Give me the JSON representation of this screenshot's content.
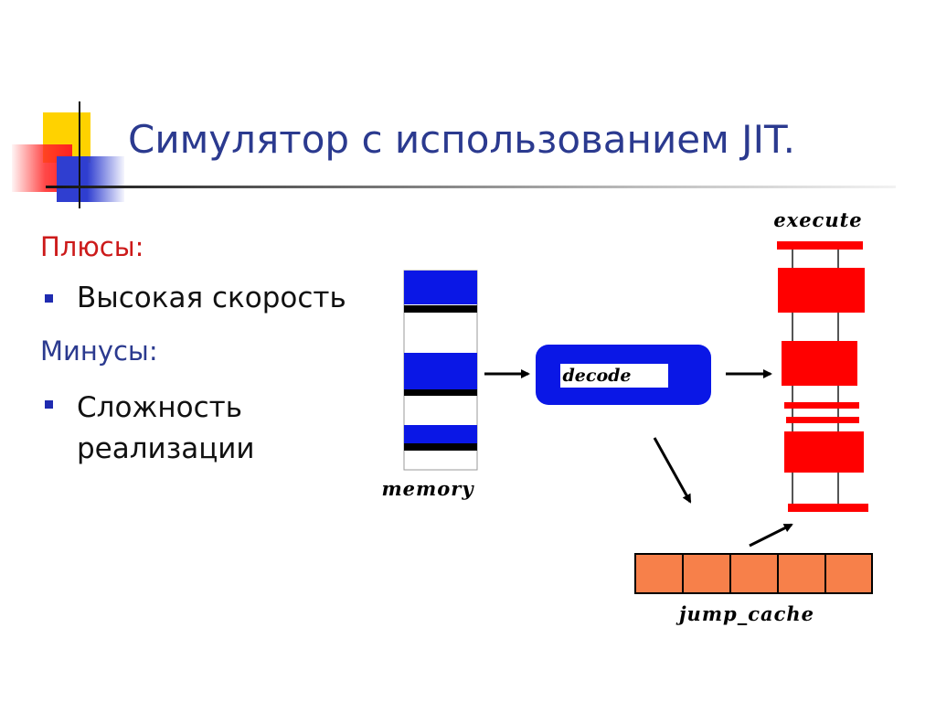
{
  "slide": {
    "title": "Симулятор с использованием JIT.",
    "pros_label": "Плюсы:",
    "pros_items": [
      "Высокая скорость"
    ],
    "cons_label": "Минусы:",
    "cons_items": [
      "Сложность реализации"
    ]
  },
  "diagram": {
    "memory_label": "memory",
    "decode_label": "decode",
    "execute_label": "execute",
    "jump_cache_label": "jump_cache"
  },
  "colors": {
    "title": "#2b3a8f",
    "pros": "#cc1a1a",
    "cons": "#2b3a8f",
    "memory_block": "#0a17e6",
    "decode_block": "#0a17e6",
    "execute_block": "#ff0000",
    "jump_cache_cell": "#f7804a"
  },
  "icons": {
    "bullet": "square-bullet-icon",
    "arrows": "arrow-icon"
  }
}
